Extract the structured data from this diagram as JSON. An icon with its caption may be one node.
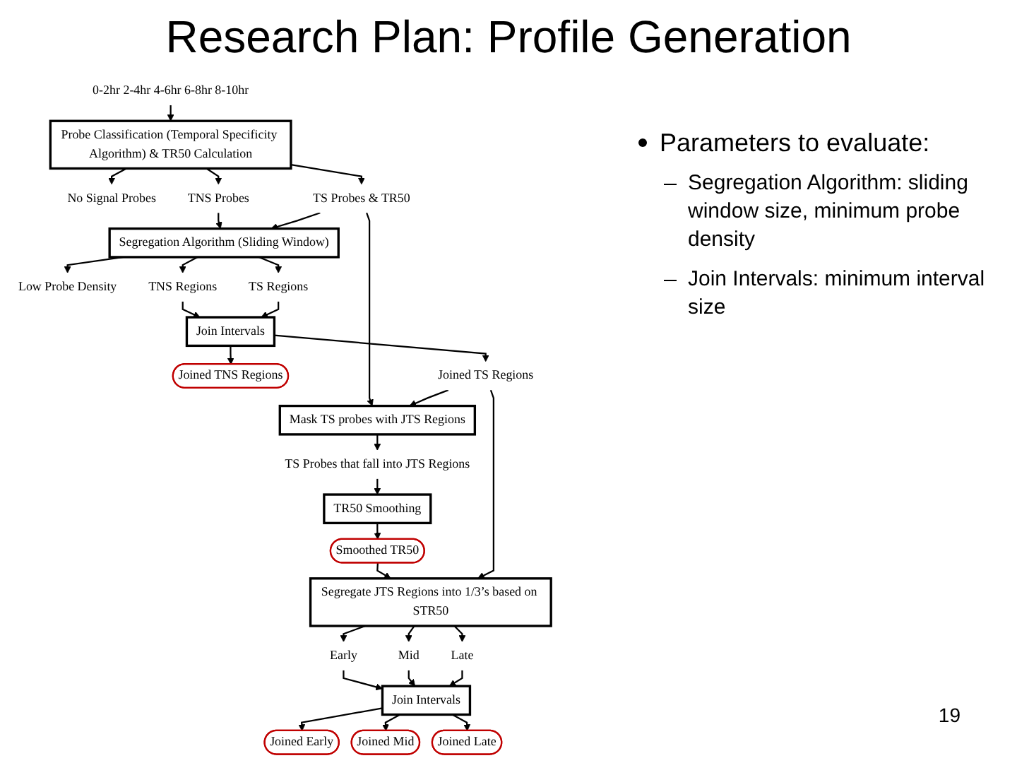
{
  "diagram": {
    "title": "Research Plan: Profile Generation",
    "nodes": [
      {
        "text": [
          "0-2hr 2-4hr 4-6hr 6-8hr 8-10hr"
        ]
      },
      {
        "text": [
          "Probe Classification (Temporal Specificity Algorithm) & TR50 Calculation"
        ]
      },
      {
        "text": [
          "No Signal Probes"
        ]
      },
      {
        "text": [
          "TNS Probes"
        ]
      },
      {
        "text": [
          "TS Probes & TR50"
        ]
      },
      {
        "text": [
          "Segregation Algorithm (Sliding Window)"
        ]
      },
      {
        "text": [
          "Low Probe Density"
        ]
      },
      {
        "text": [
          "TNS Regions"
        ]
      },
      {
        "text": [
          "TS Regions"
        ]
      },
      {
        "text": [
          "Join Intervals"
        ]
      },
      {
        "text": [
          "Joined TNS Regions"
        ]
      },
      {
        "text": [
          "Joined TS Regions"
        ]
      },
      {
        "text": [
          "Mask TS probes with JTS Regions"
        ]
      },
      {
        "text": [
          "TS Probes that fall into JTS Regions"
        ]
      },
      {
        "text": [
          "TR50 Smoothing"
        ]
      },
      {
        "text": [
          "Smoothed TR50"
        ]
      },
      {
        "text": [
          "Segregate JTS Regions into 1/3’s based on STR50"
        ]
      },
      {
        "text": [
          "Early"
        ]
      },
      {
        "text": [
          "Mid"
        ]
      },
      {
        "text": [
          "Late"
        ]
      },
      {
        "text": [
          "Join Intervals"
        ]
      },
      {
        "text": [
          "Joined Early"
        ]
      },
      {
        "text": [
          "Joined Mid"
        ]
      },
      {
        "text": [
          "Joined Late"
        ]
      }
    ],
    "edges": [
      {
        "from": 0,
        "to": 1,
        "arrow": "to"
      },
      {
        "from": 1,
        "to": 2,
        "arrow": "to"
      },
      {
        "from": 1,
        "to": 3,
        "arrow": "to"
      },
      {
        "from": 1,
        "to": 4,
        "arrow": "to"
      },
      {
        "from": 3,
        "to": 5,
        "arrow": "to"
      },
      {
        "from": 4,
        "to": 5,
        "arrow": "to"
      },
      {
        "from": 5,
        "to": 6,
        "arrow": "to"
      },
      {
        "from": 5,
        "to": 7,
        "arrow": "to"
      },
      {
        "from": 5,
        "to": 8,
        "arrow": "to"
      },
      {
        "from": 7,
        "to": 9,
        "arrow": "to"
      },
      {
        "from": 8,
        "to": 9,
        "arrow": "to"
      },
      {
        "from": 9,
        "to": 10,
        "arrow": "to"
      },
      {
        "from": 9,
        "to": 11,
        "arrow": "to"
      },
      {
        "from": 4,
        "to": 12,
        "arrow": "to"
      },
      {
        "from": 11,
        "to": 12,
        "arrow": "to"
      },
      {
        "from": 12,
        "to": 13,
        "arrow": "to"
      },
      {
        "from": 13,
        "to": 14,
        "arrow": "to"
      },
      {
        "from": 14,
        "to": 15,
        "arrow": "to"
      },
      {
        "from": 15,
        "to": 16,
        "arrow": "to"
      },
      {
        "from": 11,
        "to": 16,
        "arrow": "to"
      },
      {
        "from": 16,
        "to": 17,
        "arrow": "to"
      },
      {
        "from": 16,
        "to": 18,
        "arrow": "to"
      },
      {
        "from": 16,
        "to": 19,
        "arrow": "to"
      },
      {
        "from": 17,
        "to": 20,
        "arrow": "to"
      },
      {
        "from": 18,
        "to": 20,
        "arrow": "to"
      },
      {
        "from": 19,
        "to": 20,
        "arrow": "to"
      },
      {
        "from": 20,
        "to": 21,
        "arrow": "to"
      },
      {
        "from": 20,
        "to": 22,
        "arrow": "to"
      },
      {
        "from": 20,
        "to": 23,
        "arrow": "to"
      }
    ],
    "labels": [
      "Parameters to evaluate:",
      "Segregation Algorithm: sliding window size, minimum probe density",
      "Join Intervals: minimum interval size",
      "19"
    ]
  }
}
